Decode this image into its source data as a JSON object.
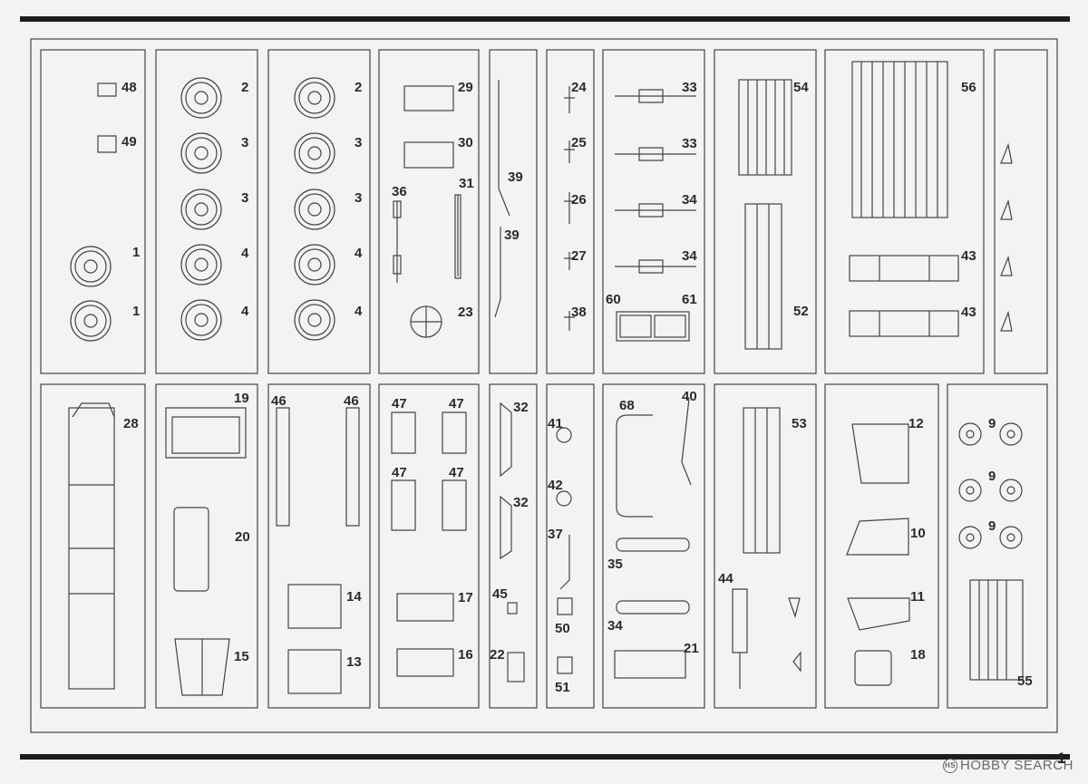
{
  "page": {
    "number": "1"
  },
  "watermark": {
    "text": "HOBBY SEARCH"
  },
  "parts": {
    "p48": "48",
    "p49": "49",
    "p1a": "1",
    "p1b": "1",
    "p2a": "2",
    "p3a": "3",
    "p3b": "3",
    "p4a": "4",
    "p4b": "4",
    "p2b": "2",
    "p3c": "3",
    "p3d": "3",
    "p4c": "4",
    "p4d": "4",
    "p29": "29",
    "p30": "30",
    "p36": "36",
    "p31": "31",
    "p23": "23",
    "p39a": "39",
    "p39b": "39",
    "p24": "24",
    "p25": "25",
    "p26": "26",
    "p27": "27",
    "p38": "38",
    "p33a": "33",
    "p33b": "33",
    "p34a": "34",
    "p34b": "34",
    "p60": "60",
    "p61": "61",
    "p54": "54",
    "p52": "52",
    "p56": "56",
    "p43a": "43",
    "p43b": "43",
    "p28": "28",
    "p19": "19",
    "p20": "20",
    "p15": "15",
    "p46a": "46",
    "p46b": "46",
    "p14": "14",
    "p13": "13",
    "p47a": "47",
    "p47b": "47",
    "p47c": "47",
    "p47d": "47",
    "p17": "17",
    "p16": "16",
    "p32a": "32",
    "p32b": "32",
    "p45": "45",
    "p22": "22",
    "p41": "41",
    "p42": "42",
    "p37": "37",
    "p50": "50",
    "p51": "51",
    "p68": "68",
    "p40": "40",
    "p35": "35",
    "p34c": "34",
    "p21": "21",
    "p53": "53",
    "p44": "44",
    "p12": "12",
    "p10": "10",
    "p11": "11",
    "p18": "18",
    "p9a": "9",
    "p9b": "9",
    "p9c": "9",
    "p55": "55"
  },
  "colors": {
    "line": "#444444",
    "bar": "#1d1d1d",
    "paper": "#f2f3f5"
  }
}
